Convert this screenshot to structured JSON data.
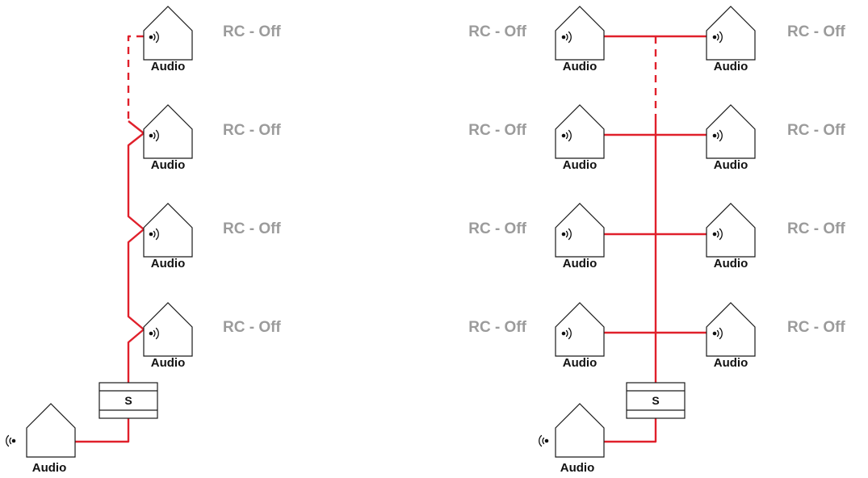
{
  "unit_label": "Audio",
  "status_label": "RC - Off",
  "switch_label": "S",
  "colors": {
    "wire": "#e0202b",
    "status_text": "#9b9b9b",
    "outline": "#1a1a1a"
  },
  "left_diagram": {
    "units": [
      {
        "label": "Audio",
        "status": "RC - Off"
      },
      {
        "label": "Audio",
        "status": "RC - Off"
      },
      {
        "label": "Audio",
        "status": "RC - Off"
      },
      {
        "label": "Audio",
        "status": "RC - Off"
      }
    ],
    "source": {
      "label": "Audio"
    },
    "switch": {
      "label": "S"
    }
  },
  "right_diagram": {
    "units_left": [
      {
        "label": "Audio",
        "status": "RC - Off"
      },
      {
        "label": "Audio",
        "status": "RC - Off"
      },
      {
        "label": "Audio",
        "status": "RC - Off"
      },
      {
        "label": "Audio",
        "status": "RC - Off"
      }
    ],
    "units_right": [
      {
        "label": "Audio",
        "status": "RC - Off"
      },
      {
        "label": "Audio",
        "status": "RC - Off"
      },
      {
        "label": "Audio",
        "status": "RC - Off"
      },
      {
        "label": "Audio",
        "status": "RC - Off"
      }
    ],
    "source": {
      "label": "Audio"
    },
    "switch": {
      "label": "S"
    }
  }
}
